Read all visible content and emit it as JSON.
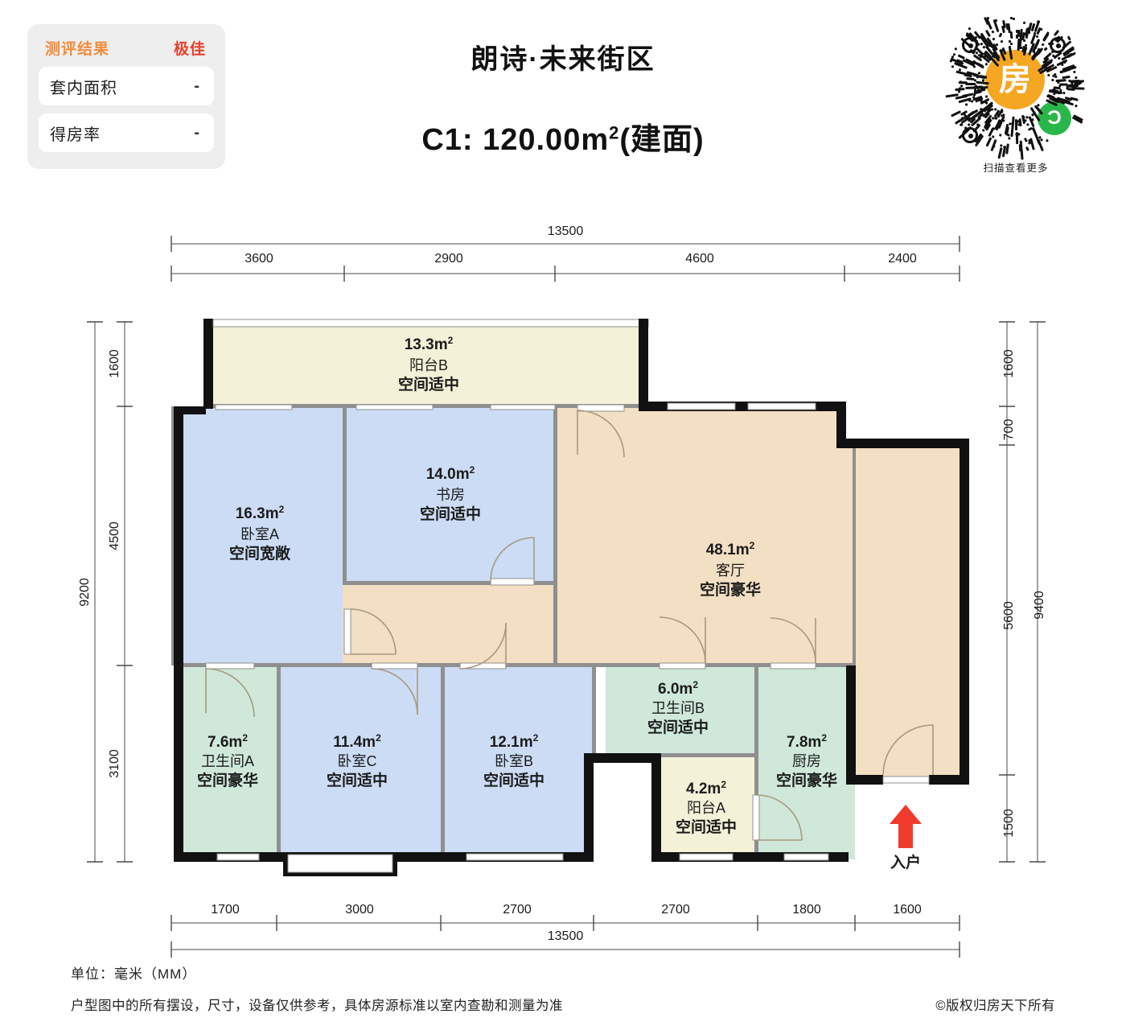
{
  "eval_card": {
    "header_label": "测评结果",
    "header_value": "极佳",
    "rows": [
      {
        "key": "套内面积",
        "value": "-"
      },
      {
        "key": "得房率",
        "value": "-"
      }
    ]
  },
  "header": {
    "project_title": "朗诗·未来街区",
    "unit_title_prefix": "C1: 120.00m",
    "unit_title_sup": "2",
    "unit_title_suffix": "(建面)"
  },
  "qr": {
    "center_glyph": "房",
    "wechat_glyph": "Ɔ",
    "caption": "扫描查看更多"
  },
  "dimensions": {
    "top_total": "13500",
    "top_segments": [
      "3600",
      "2900",
      "4600",
      "2400"
    ],
    "bottom_total": "13500",
    "bottom_segments": [
      "1700",
      "3000",
      "2700",
      "2700",
      "1800",
      "1600"
    ],
    "left_total": "9200",
    "left_segments": [
      "1600",
      "4500",
      "3100"
    ],
    "right_total": "9400",
    "right_segments": [
      "1600",
      "700",
      "5600",
      "1500"
    ]
  },
  "entry": {
    "label": "入户",
    "arrow_color": "#ef3b2c"
  },
  "rooms": [
    {
      "id": "balcony-b",
      "area": "13.3m",
      "sup": "2",
      "name": "阳台B",
      "rating": "空间适中",
      "fill": "#f3f1d8"
    },
    {
      "id": "bedroom-a",
      "area": "16.3m",
      "sup": "2",
      "name": "卧室A",
      "rating": "空间宽敞",
      "fill": "#ccdcf5"
    },
    {
      "id": "study",
      "area": "14.0m",
      "sup": "2",
      "name": "书房",
      "rating": "空间适中",
      "fill": "#ccdcf5"
    },
    {
      "id": "living",
      "area": "48.1m",
      "sup": "2",
      "name": "客厅",
      "rating": "空间豪华",
      "fill": "#f3dfc3"
    },
    {
      "id": "bathroom-a",
      "area": "7.6m",
      "sup": "2",
      "name": "卫生间A",
      "rating": "空间豪华",
      "fill": "#cfe8da"
    },
    {
      "id": "bedroom-c",
      "area": "11.4m",
      "sup": "2",
      "name": "卧室C",
      "rating": "空间适中",
      "fill": "#ccdcf5"
    },
    {
      "id": "bedroom-b",
      "area": "12.1m",
      "sup": "2",
      "name": "卧室B",
      "rating": "空间适中",
      "fill": "#ccdcf5"
    },
    {
      "id": "bathroom-b",
      "area": "6.0m",
      "sup": "2",
      "name": "卫生间B",
      "rating": "空间适中",
      "fill": "#cfe8da"
    },
    {
      "id": "balcony-a",
      "area": "4.2m",
      "sup": "2",
      "name": "阳台A",
      "rating": "空间适中",
      "fill": "#f3f1d8"
    },
    {
      "id": "kitchen",
      "area": "7.8m",
      "sup": "2",
      "name": "厨房",
      "rating": "空间豪华",
      "fill": "#cfe8da"
    }
  ],
  "footer": {
    "unit_note": "单位：毫米（MM）",
    "disclaimer": "户型图中的所有摆设，尺寸，设备仅供参考，具体房源标准以室内查勘和测量为准",
    "copyright": "©版权归房天下所有"
  },
  "colors": {
    "accent_orange": "#f08d3c",
    "accent_red": "#e8402a",
    "wall": "#111111",
    "partition": "#8a8a8a"
  }
}
